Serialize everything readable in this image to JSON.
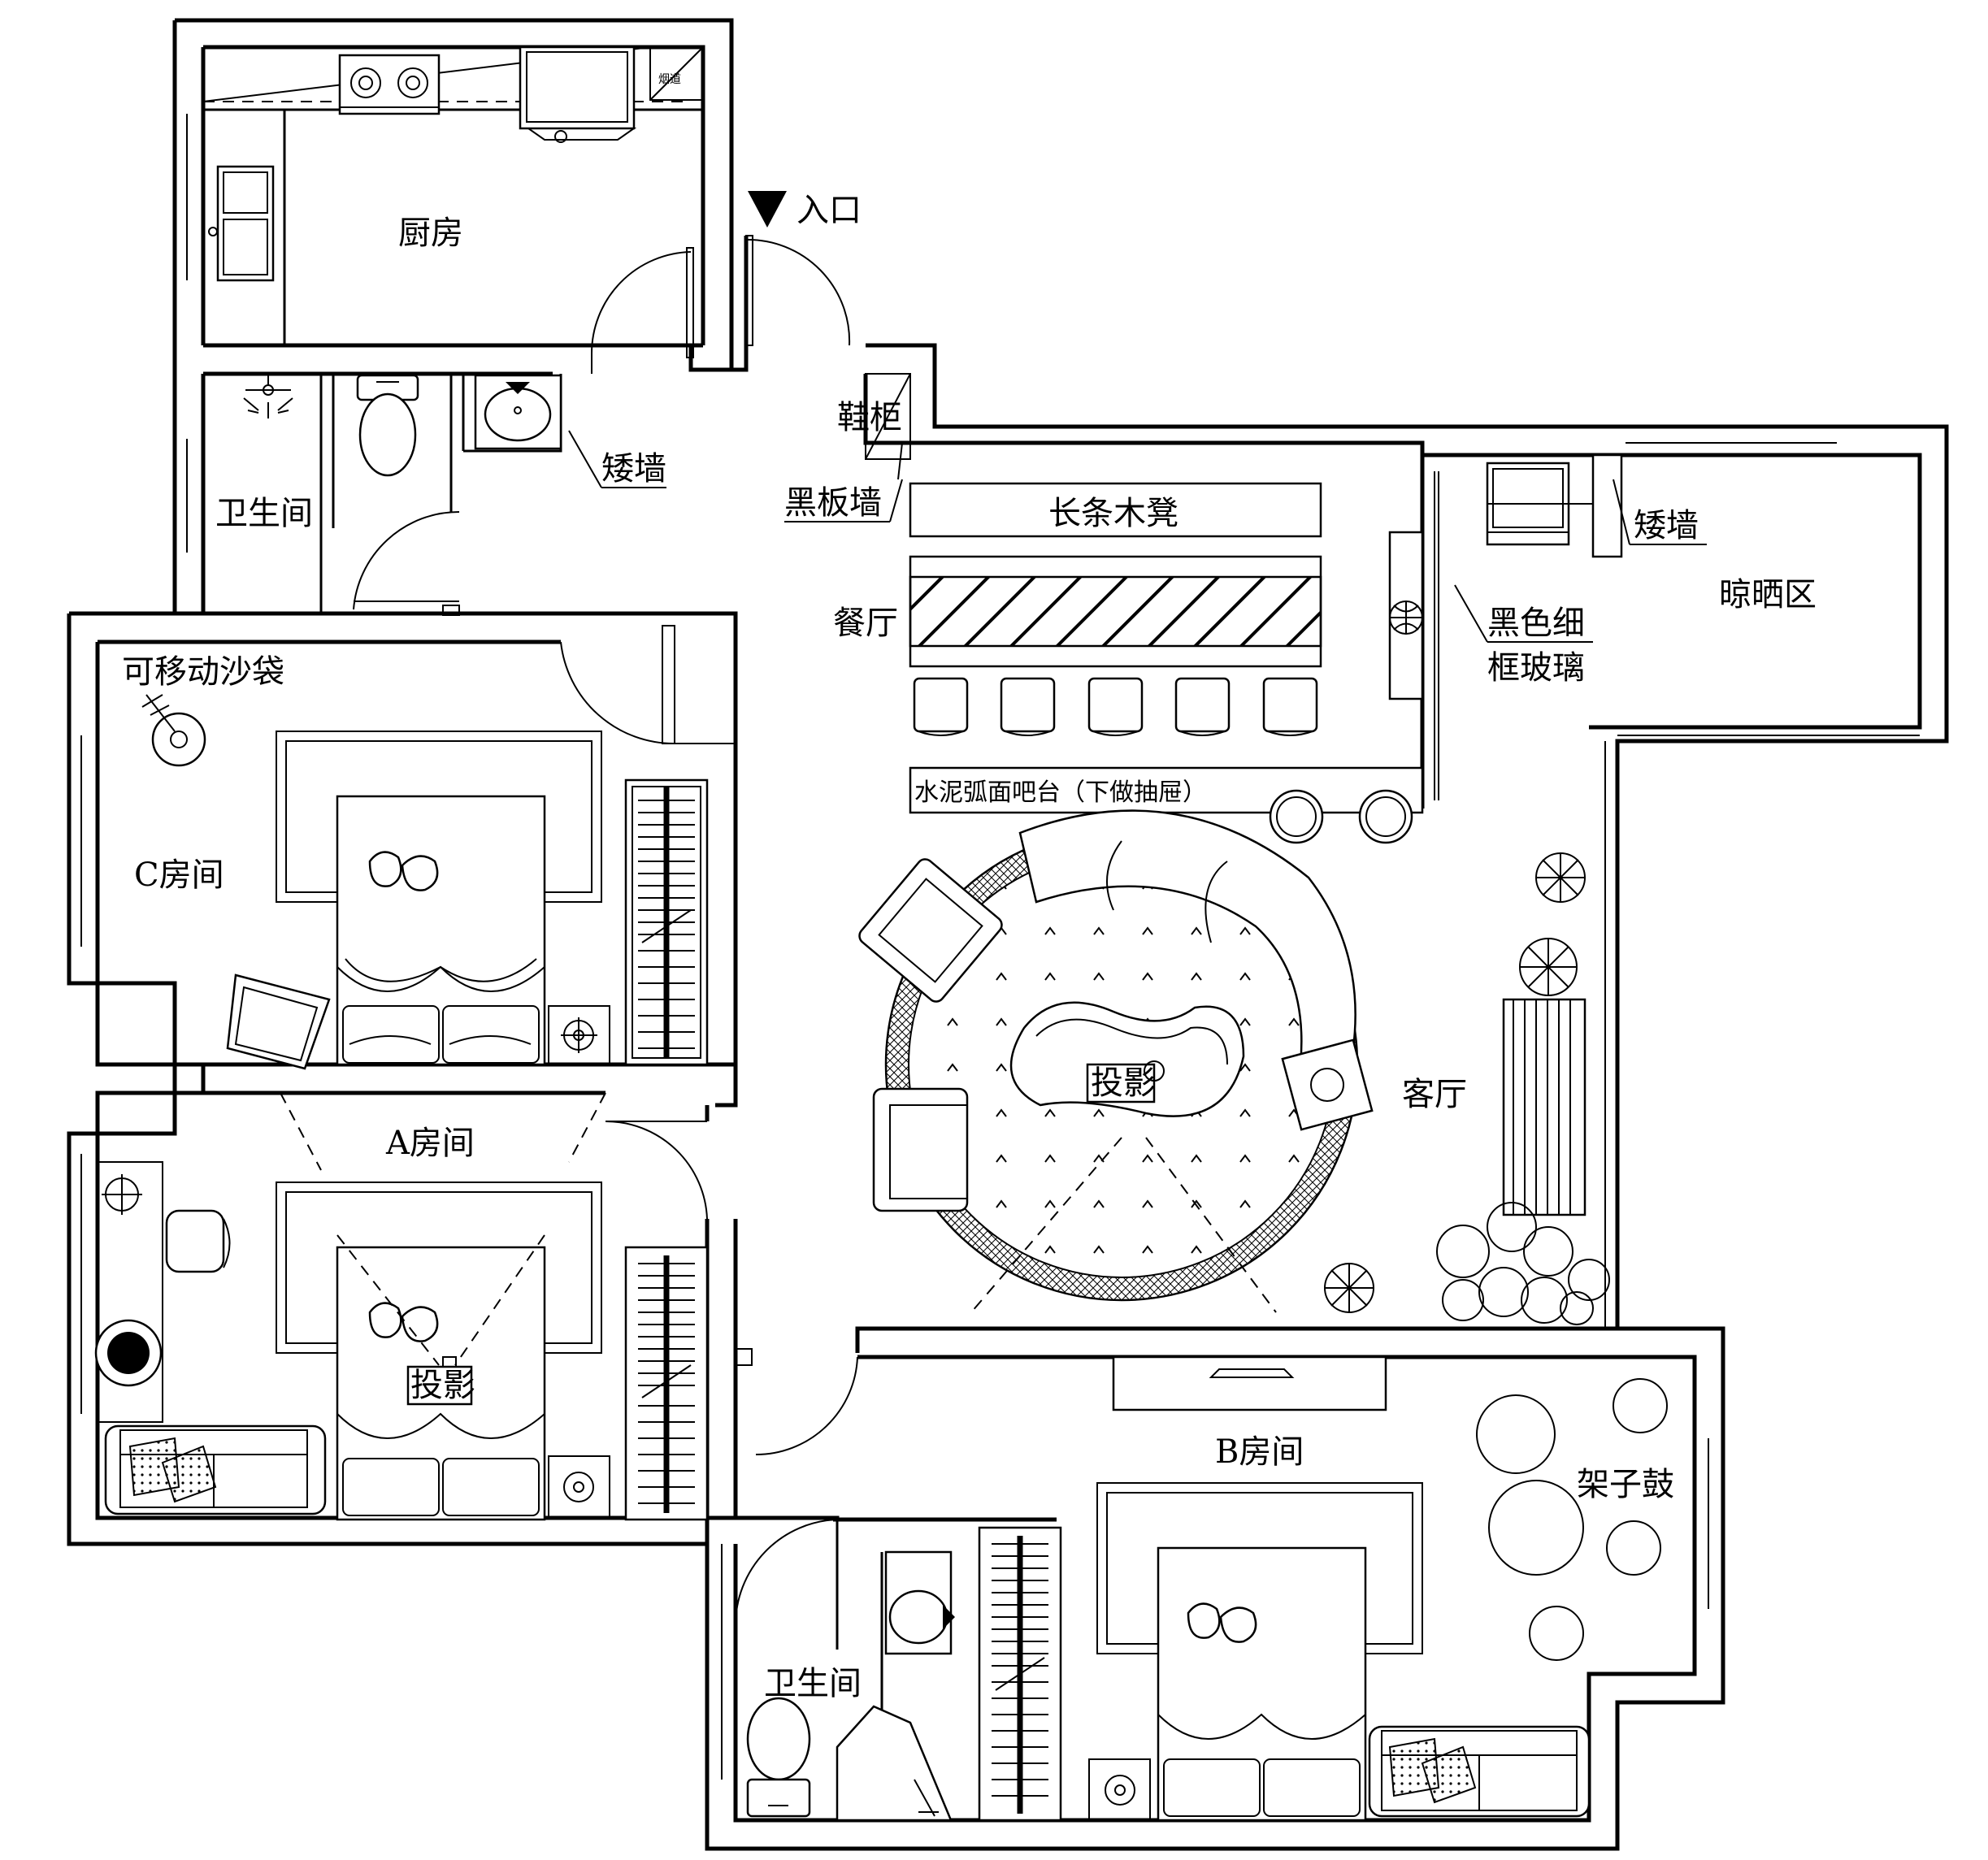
{
  "labels": {
    "kitchen": "厨房",
    "flue": "烟道",
    "entrance": "入口",
    "shoe_cabinet": "鞋柜",
    "low_wall_1": "矮墙",
    "blackboard_wall": "黑板墙",
    "bathroom_1": "卫生间",
    "long_bench": "长条木凳",
    "dining": "餐厅",
    "black_glass_1": "黑色细",
    "black_glass_2": "框玻璃",
    "low_wall_2": "矮墙",
    "drying_area": "晾晒区",
    "beanbag": "可移动沙袋",
    "room_c": "C房间",
    "bar_counter": "水泥弧面吧台（下做抽屉）",
    "projector_1": "投影",
    "living": "客厅",
    "room_a": "A房间",
    "projector_2": "投影",
    "room_b": "B房间",
    "drum_kit": "架子鼓",
    "bathroom_2": "卫生间"
  }
}
